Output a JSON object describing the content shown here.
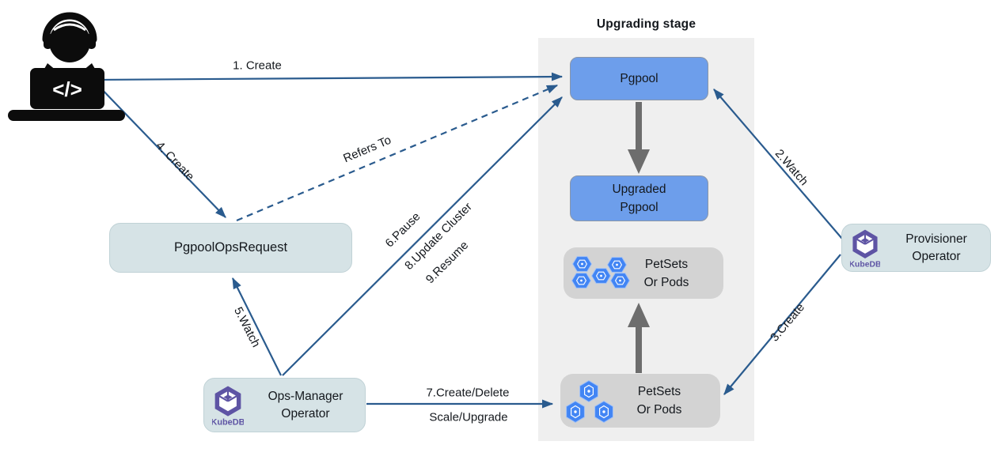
{
  "stage": {
    "title": "Upgrading stage"
  },
  "nodes": {
    "pgpool": {
      "label": "Pgpool"
    },
    "upgraded_pgpool": {
      "line1": "Upgraded",
      "line2": "Pgpool"
    },
    "petsets_upper": {
      "line1": "PetSets",
      "line2": "Or Pods"
    },
    "petsets_lower": {
      "line1": "PetSets",
      "line2": "Or Pods"
    },
    "pgpool_ops_request": {
      "label": "PgpoolOpsRequest"
    },
    "ops_manager": {
      "line1": "Ops-Manager",
      "line2": "Operator",
      "logo_text": "KubeDB"
    },
    "provisioner": {
      "line1": "Provisioner",
      "line2": "Operator",
      "logo_text": "KubeDB"
    },
    "actor": {
      "icon": "developer-at-laptop-icon",
      "laptop_glyph": "</>"
    }
  },
  "edges": {
    "create1": {
      "label": "1. Create"
    },
    "watch2": {
      "label": "2.Watch"
    },
    "create3": {
      "label": "3.Create"
    },
    "create4": {
      "label": "4. Create"
    },
    "watch5": {
      "label": "5.Watch"
    },
    "pause6": {
      "label": "6.Pause"
    },
    "create_delete7": {
      "label": "7.Create/Delete"
    },
    "scale_upgrade7": {
      "label": "Scale/Upgrade"
    },
    "update8": {
      "label": "8.Update Cluster"
    },
    "resume9": {
      "label": "9.Resume"
    },
    "refers_to": {
      "label": "Refers To"
    }
  },
  "colors": {
    "arrow_navy": "#2a5b8e",
    "arrow_gray": "#6d6d6d",
    "box_blue": "#6d9eeb",
    "box_teal": "#d6e3e6",
    "box_gray": "#d3d3d3",
    "stage_bg": "#efefef",
    "pod_blue": "#4285f4",
    "kubedb_purple": "#5e54a4",
    "text_dark": "#14181d"
  }
}
